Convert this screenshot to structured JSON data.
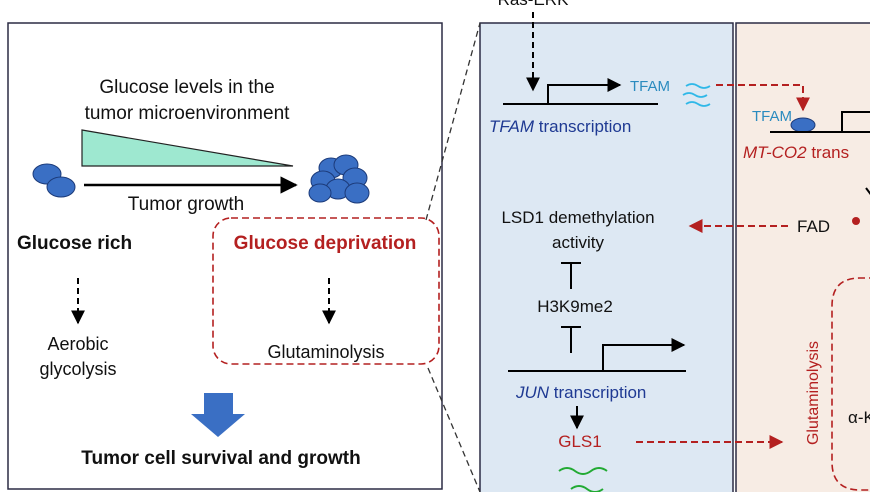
{
  "top_label": "Ras-ERK",
  "left": {
    "glucose_levels_line1": "Glucose levels in the",
    "glucose_levels_line2": "tumor microenvironment",
    "tumor_growth": "Tumor growth",
    "glucose_rich": "Glucose rich",
    "glucose_deprivation": "Glucose deprivation",
    "aerobic_line1": "Aerobic",
    "aerobic_line2": "glycolysis",
    "glutaminolysis": "Glutaminolysis",
    "survival": "Tumor cell survival and growth"
  },
  "middle": {
    "tfam": "TFAM",
    "tfam_transcription_gene": "TFAM",
    "tfam_transcription_word": " transcription",
    "lsd1_line1": "LSD1 demethylation",
    "lsd1_line2": "activity",
    "h3k9me2": "H3K9me2",
    "jun_transcription_gene": "JUN",
    "jun_transcription_word": " transcription",
    "gls1": "GLS1"
  },
  "right": {
    "tfam_bound": "TFAM",
    "mtco2_gene": "MT-CO2",
    "mtco2_word": " trans",
    "fad": "FAD",
    "glutaminolysis_vertical": "Glutaminolysis",
    "alpha_k": "α-K"
  },
  "colors": {
    "left_panel_bg": "#ffffff",
    "middle_panel_bg": "#dde8f3",
    "right_panel_bg": "#f7ece4",
    "dark_red": "#b42020",
    "navy": "#1f3a93",
    "teal": "#2b8bbf",
    "cell_blue": "#3a6fc4",
    "triangle_fill": "#9ee8d0",
    "cyan_wave": "#2fb8e8",
    "green_wave": "#22aa33"
  }
}
